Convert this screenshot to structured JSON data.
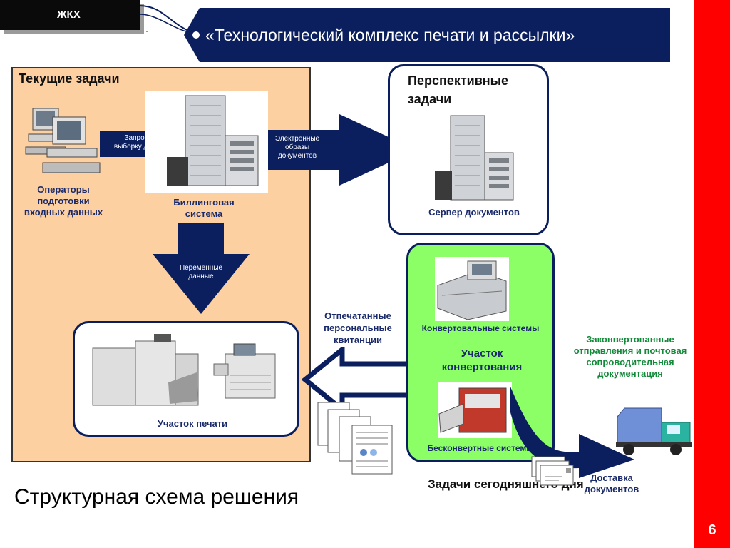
{
  "header": {
    "tag_label": "ЖКХ",
    "title": "«Технологический комплекс печати и рассылки»"
  },
  "current_tasks": {
    "title": "Текущие задачи",
    "operators_label": "Операторы подготовки входных данных",
    "billing_label": "Биллинговая система",
    "arrow_request": "Запрос на выборку данных",
    "arrow_variable": "Переменные данные",
    "print_area_label": "Участок печати"
  },
  "future_tasks": {
    "title": "Перспективные задачи",
    "server_label": "Сервер документов",
    "arrow_images": "Электронные образы документов"
  },
  "middle": {
    "printed_label": "Отпечатанные персональные квитанции"
  },
  "enveloping": {
    "envelope_systems": "Конвертовальные системы",
    "area_label": "Участок конвертования",
    "envelopeless_systems": "Бесконвертные системы",
    "today_tasks": "Задачи сегодняшнего дня"
  },
  "right": {
    "enveloped_label": "Законвертованные отправления и почтовая сопроводительная документация",
    "delivery_label": "Доставка документов"
  },
  "footer": {
    "title": "Структурная схема решения",
    "page_number": "6"
  },
  "colors": {
    "navy": "#0b1f5e",
    "peach": "#fdd0a2",
    "green": "#8cff66",
    "red": "#ff0000",
    "label_green": "#138a3a"
  }
}
